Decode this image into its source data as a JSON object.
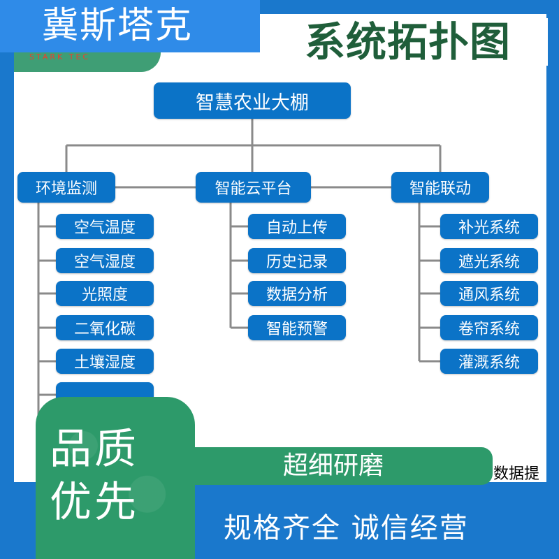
{
  "brand": {
    "name": "冀斯塔克",
    "sub": "STARK TEC"
  },
  "title": "系统拓扑图",
  "root": "智慧农业大棚",
  "categories": [
    {
      "label": "环境监测",
      "items": [
        "空气温度",
        "空气湿度",
        "光照度",
        "二氧化碳",
        "土壤湿度"
      ]
    },
    {
      "label": "智能云平台",
      "items": [
        "自动上传",
        "历史记录",
        "数据分析",
        "智能预警"
      ]
    },
    {
      "label": "智能联动",
      "items": [
        "补光系统",
        "遮光系统",
        "通风系统",
        "卷帘系统",
        "灌溉系统"
      ]
    }
  ],
  "overflow_text": "数据提",
  "promo": {
    "quality_line1": "品质",
    "quality_line2": "优先",
    "band": "超细研磨",
    "bottom": "规格齐全  诚信经营"
  },
  "colors": {
    "node_blue": "#0b73c7",
    "brand_green": "#2d9a6a",
    "title_green": "#1f5e3a",
    "background_blue": "#1a78cc"
  }
}
